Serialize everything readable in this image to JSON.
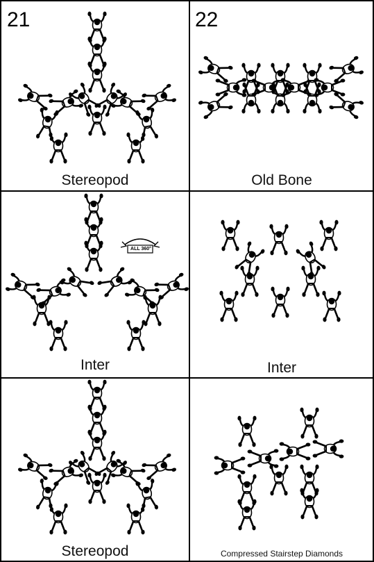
{
  "cells": {
    "r1c1": {
      "number": "21",
      "label": "Stereopod"
    },
    "r1c2": {
      "number": "22",
      "label": "Old Bone"
    },
    "r2c1": {
      "label": "Inter",
      "rotation_note": "ALL 360°"
    },
    "r2c2": {
      "label": "Inter"
    },
    "r3c1": {
      "label": "Stereopod"
    },
    "r3c2": {
      "label": "Compressed Stairstep Diamonds"
    }
  },
  "icons": {
    "jumper": "skydiver-figure-icon",
    "rotation": "rotate-360-icon"
  }
}
